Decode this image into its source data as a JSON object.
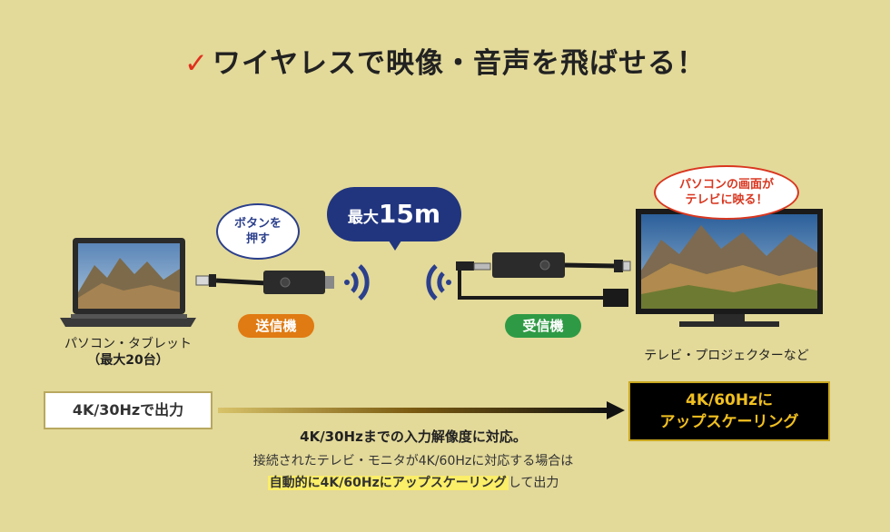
{
  "title": {
    "check": "✓",
    "text": "ワイヤレスで映像・音声を飛ばせる！"
  },
  "laptop": {
    "label_line1": "パソコン・タブレット",
    "label_line2": "（最大20台）"
  },
  "sender": {
    "bubble": "ボタンを押す",
    "pill": "送信機",
    "pill_color": "#e07a12"
  },
  "range": {
    "label_prefix": "最大",
    "label_value": "15m"
  },
  "receiver": {
    "pill": "受信機",
    "pill_color": "#2f9a45"
  },
  "tv": {
    "bubble_line1": "パソコンの画面が",
    "bubble_line2": "テレビに映る！",
    "label": "テレビ・プロジェクターなど"
  },
  "output": {
    "left_box": "4K/30Hzで出力",
    "right_box_line1": "4K/60Hzに",
    "right_box_line2": "アップスケーリング"
  },
  "notes": {
    "line1": "4K/30Hzまでの入力解像度に対応。",
    "line2": "接続されたテレビ・モニタが4K/60Hzに対応する場合は",
    "line3_highlight": "自動的に4K/60Hzにアップスケーリング",
    "line3_rest": "して出力"
  },
  "colors": {
    "background": "#e3d999",
    "accent_blue": "#21357f",
    "accent_red": "#d9361f",
    "gold": "#f1c020"
  }
}
